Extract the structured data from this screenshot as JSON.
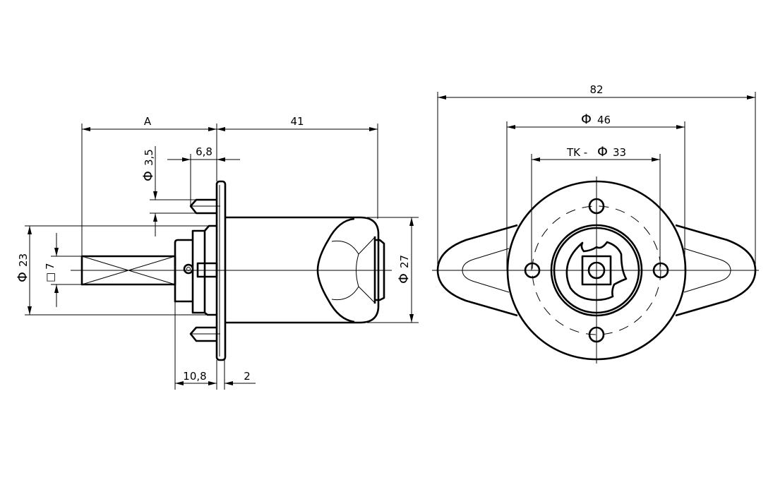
{
  "side_view": {
    "dims": {
      "A": "A",
      "length": "41",
      "pin_offset": "6,8",
      "pin_dia_symbol": "Φ",
      "pin_dia": "3,5",
      "body_dia_symbol": "Φ",
      "body_dia": "23",
      "square_symbol": "□",
      "square": "7",
      "knob_dia_symbol": "Φ",
      "knob_dia": "27",
      "hub_length": "10,8",
      "plate_thickness": "2"
    }
  },
  "front_view": {
    "dims": {
      "overall_width": "82",
      "flange_dia_symbol": "Φ",
      "flange_dia": "46",
      "bolt_circle_prefix": "TK -",
      "bolt_circle_symbol": "Φ",
      "bolt_circle": "33"
    }
  }
}
